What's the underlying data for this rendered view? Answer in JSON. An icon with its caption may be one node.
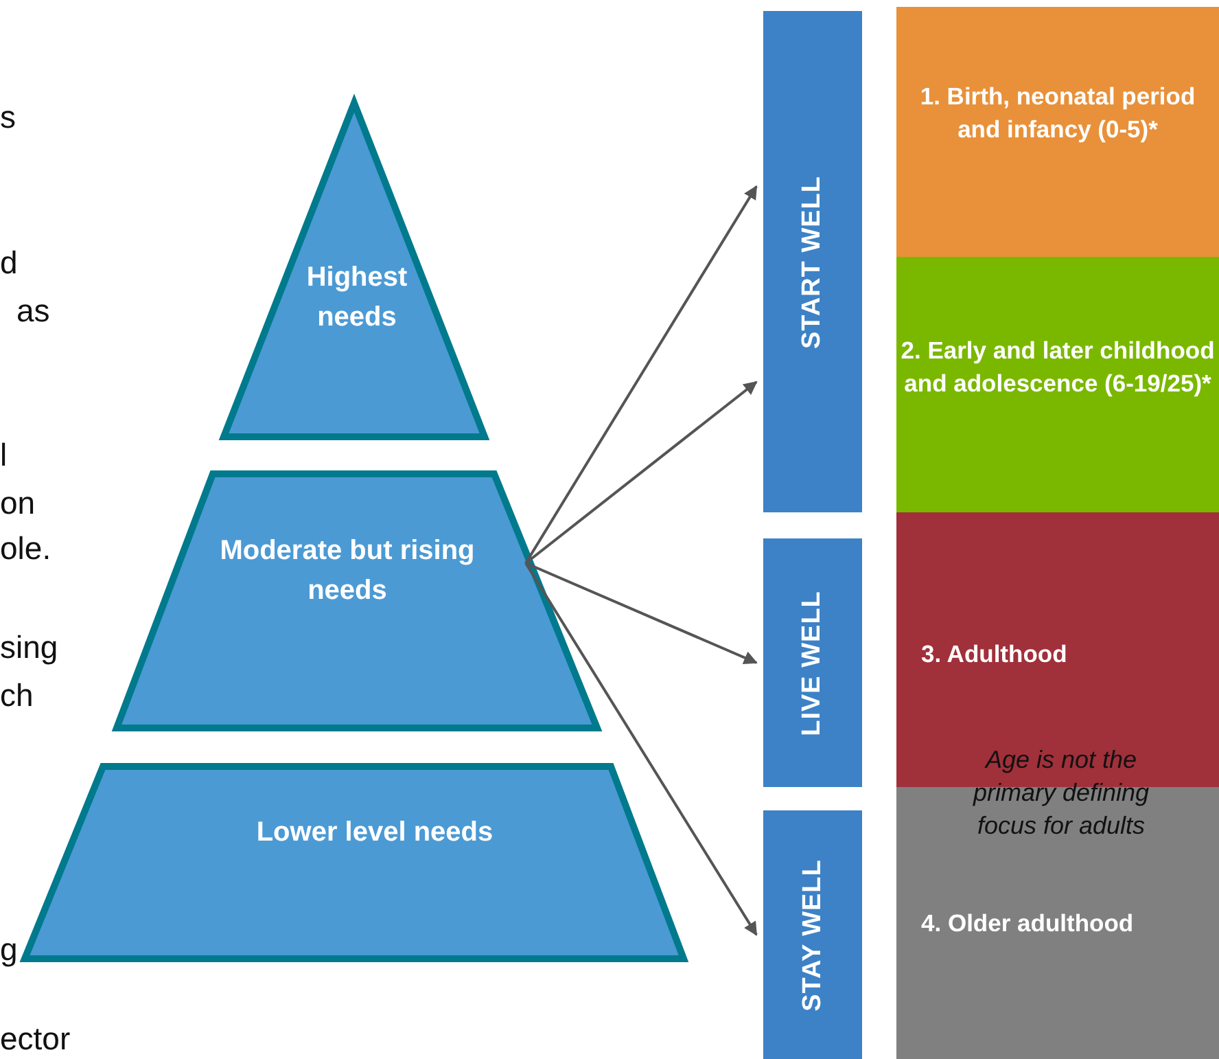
{
  "diagram": {
    "nodes": [
      {
        "text": [
          "Highest needs"
        ]
      },
      {
        "text": [
          "Moderate but rising needs"
        ]
      },
      {
        "text": [
          "Lower level needs"
        ]
      },
      {
        "text": [
          "START WELL"
        ]
      },
      {
        "text": [
          "LIVE WELL"
        ]
      },
      {
        "text": [
          "STAY WELL"
        ]
      },
      {
        "text": [
          "1. Birth, neonatal period and infancy (0-5)*"
        ]
      },
      {
        "text": [
          "2. Early and later childhood and adolescence (6-19/25)*"
        ]
      },
      {
        "text": [
          "3. Adulthood"
        ]
      },
      {
        "text": [
          "4. Older adulthood"
        ]
      }
    ],
    "edges": [
      {
        "from": 1,
        "to": 3,
        "arrow": "to"
      },
      {
        "from": 1,
        "to": 3,
        "arrow": "to"
      },
      {
        "from": 1,
        "to": 4,
        "arrow": "to"
      },
      {
        "from": 1,
        "to": 5,
        "arrow": "to"
      }
    ],
    "labels": [
      "s",
      "d",
      "as",
      "l",
      "on",
      "ole.",
      "sing",
      "ch",
      "g",
      "ector",
      "Age is not the primary defining focus for adults"
    ]
  }
}
